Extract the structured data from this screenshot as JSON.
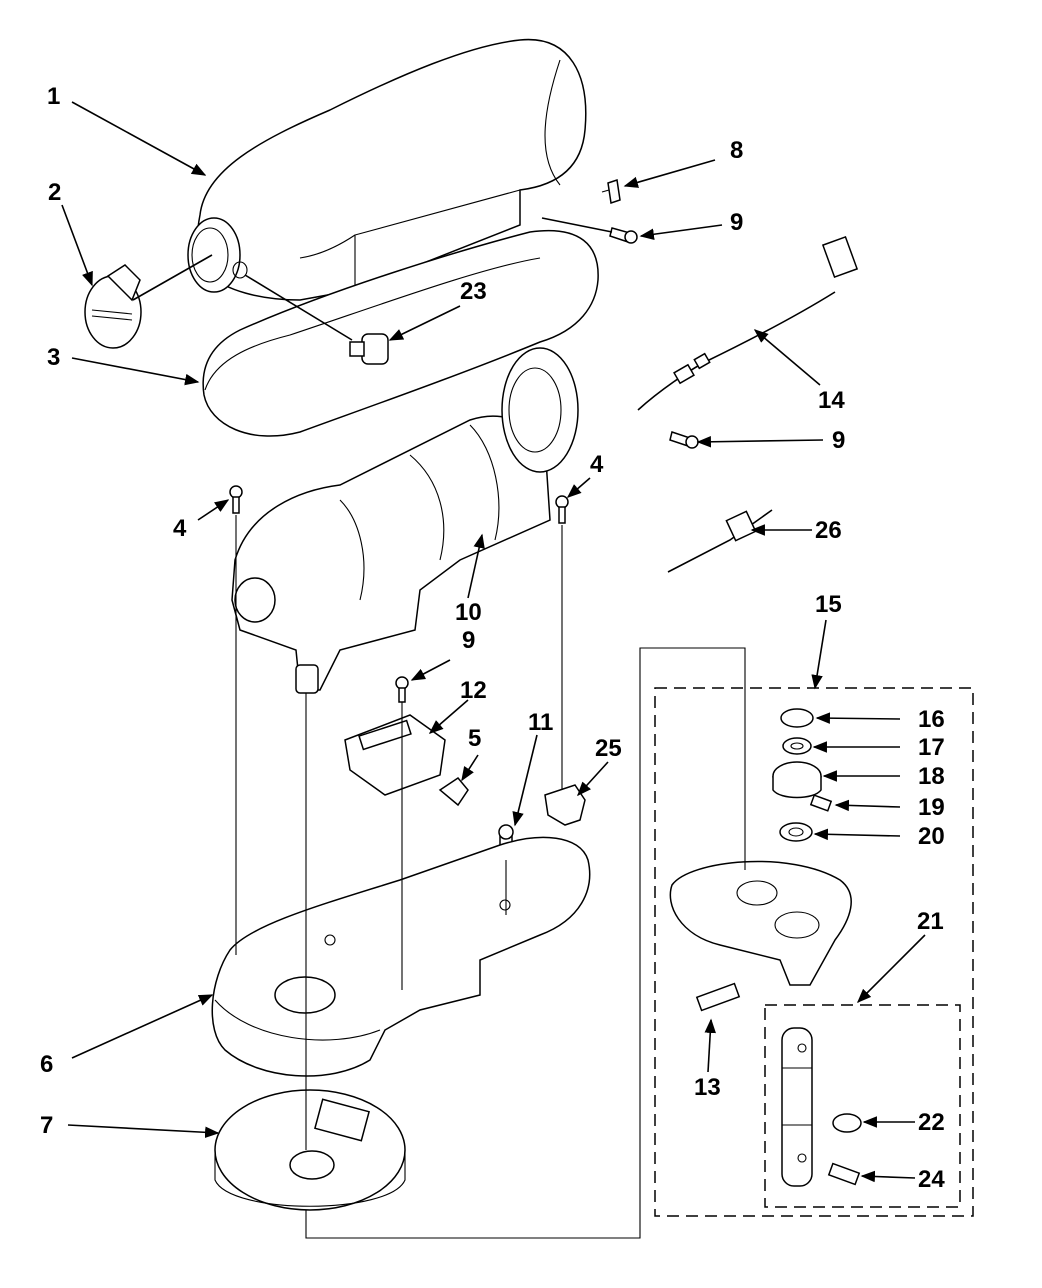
{
  "callouts": {
    "c1": "1",
    "c2": "2",
    "c3": "3",
    "c4a": "4",
    "c4b": "4",
    "c5": "5",
    "c6": "6",
    "c7": "7",
    "c8": "8",
    "c9a": "9",
    "c9b": "9",
    "c9c": "9",
    "c10": "10",
    "c11": "11",
    "c12": "12",
    "c13": "13",
    "c14": "14",
    "c15": "15",
    "c16": "16",
    "c17": "17",
    "c18": "18",
    "c19": "19",
    "c20": "20",
    "c21": "21",
    "c22": "22",
    "c23": "23",
    "c24": "24",
    "c25": "25",
    "c26": "26"
  }
}
